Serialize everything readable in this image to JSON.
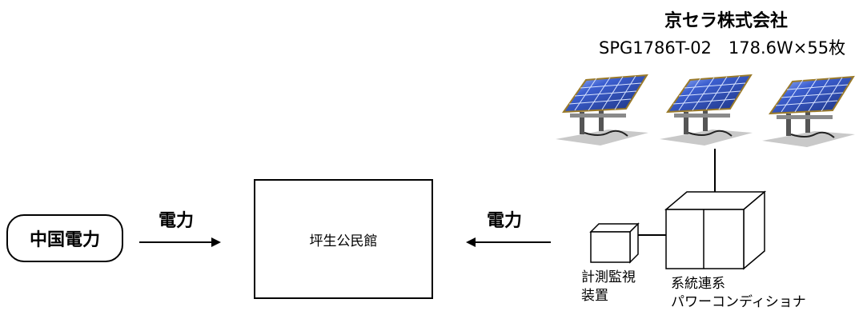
{
  "header": {
    "manufacturer": "京セラ株式会社",
    "model_spec": "SPG1786T-02　178.6W×55枚"
  },
  "flow": {
    "left_label": "電力",
    "right_label": "電力"
  },
  "nodes": {
    "utility": "中国電力",
    "hall": "坪生公民館",
    "monitor_line1": "計測監視",
    "monitor_line2": "装置",
    "inverter_line1": "系統連系",
    "inverter_line2": "パワーコンディショナ"
  },
  "icons": {
    "solar_panel": "solar-panel-icon",
    "monitor": "monitor-device-icon",
    "inverter": "power-conditioner-icon"
  },
  "colors": {
    "panel_blue": "#2f4fb0",
    "panel_highlight": "#8fb2ff",
    "frame_gold": "#9a7a2a"
  }
}
